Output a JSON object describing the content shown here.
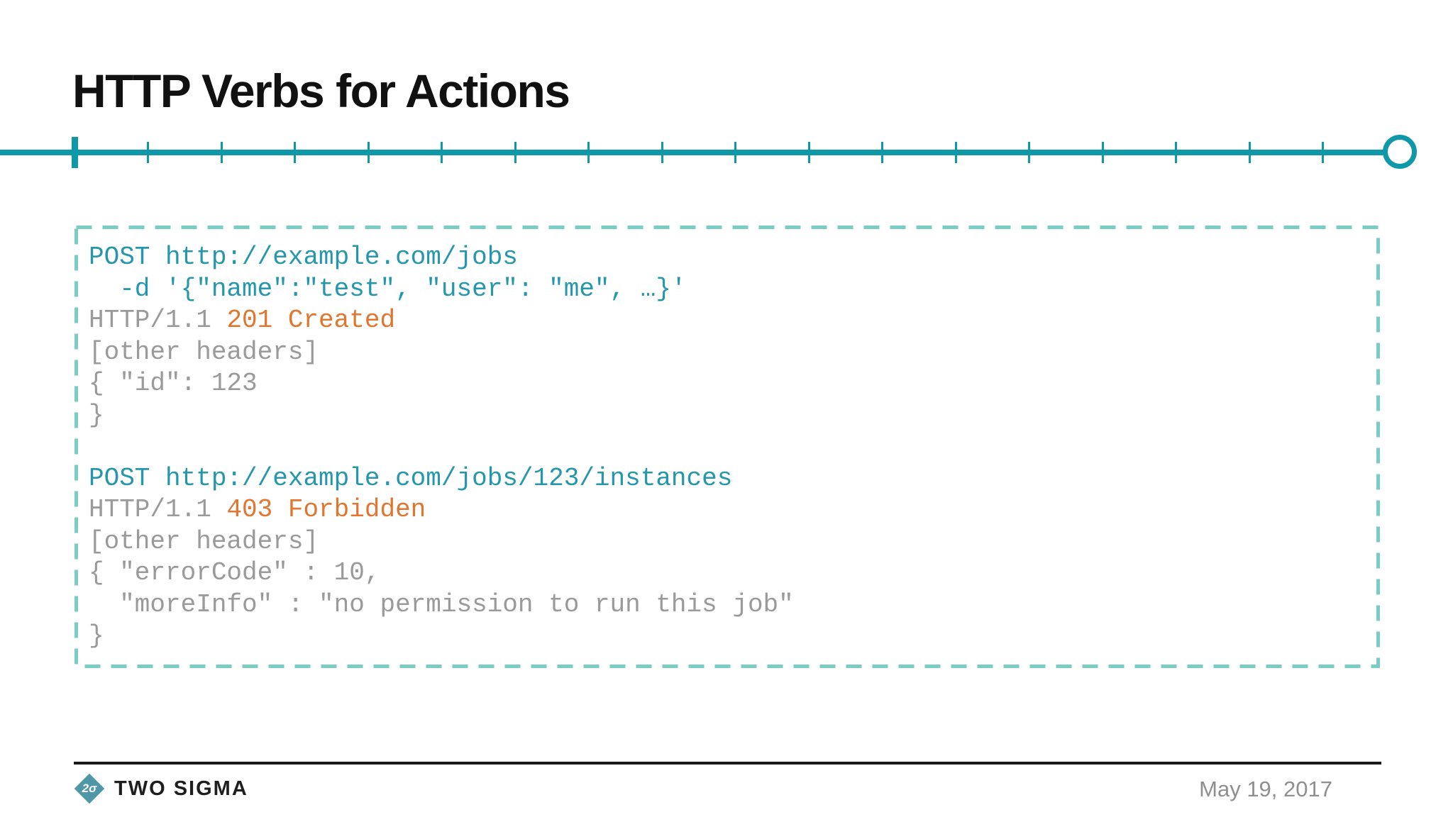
{
  "slide": {
    "title": "HTTP Verbs for Actions"
  },
  "timeline": {
    "tick_count": 18,
    "progress_index": 0,
    "tick_start_x": 105,
    "tick_spacing": 103.5
  },
  "code_block": {
    "lines": [
      {
        "segments": [
          {
            "color": "teal",
            "text": "POST http://example.com/jobs"
          }
        ]
      },
      {
        "segments": [
          {
            "color": "teal",
            "text": "  -d '{\"name\":\"test\", \"user\": \"me\", …}'"
          }
        ]
      },
      {
        "segments": [
          {
            "color": "gray",
            "text": "HTTP/1.1 "
          },
          {
            "color": "orange",
            "text": "201 Created"
          }
        ]
      },
      {
        "segments": [
          {
            "color": "gray",
            "text": "[other headers]"
          }
        ]
      },
      {
        "segments": [
          {
            "color": "gray",
            "text": "{ \"id\": 123"
          }
        ]
      },
      {
        "segments": [
          {
            "color": "gray",
            "text": "}"
          }
        ]
      },
      {
        "segments": []
      },
      {
        "segments": [
          {
            "color": "teal",
            "text": "POST http://example.com/jobs/123/instances"
          }
        ]
      },
      {
        "segments": [
          {
            "color": "gray",
            "text": "HTTP/1.1 "
          },
          {
            "color": "orange",
            "text": "403 Forbidden"
          }
        ]
      },
      {
        "segments": [
          {
            "color": "gray",
            "text": "[other headers]"
          }
        ]
      },
      {
        "segments": [
          {
            "color": "gray",
            "text": "{ \"errorCode\" : 10,"
          }
        ]
      },
      {
        "segments": [
          {
            "color": "gray",
            "text": "  \"moreInfo\" : \"no permission to run this job\""
          }
        ]
      },
      {
        "segments": [
          {
            "color": "gray",
            "text": "}"
          }
        ]
      }
    ]
  },
  "footer": {
    "brand": "TWO SIGMA",
    "logo_glyph": "2σ",
    "date": "May 19, 2017"
  },
  "colors": {
    "timeline_teal": "#0f98a8",
    "code_teal": "#2497ad",
    "dash_border": "#79cdc4",
    "status_orange": "#e0762f",
    "code_gray": "#9a9a9a",
    "logo_teal": "#4f96a6"
  }
}
